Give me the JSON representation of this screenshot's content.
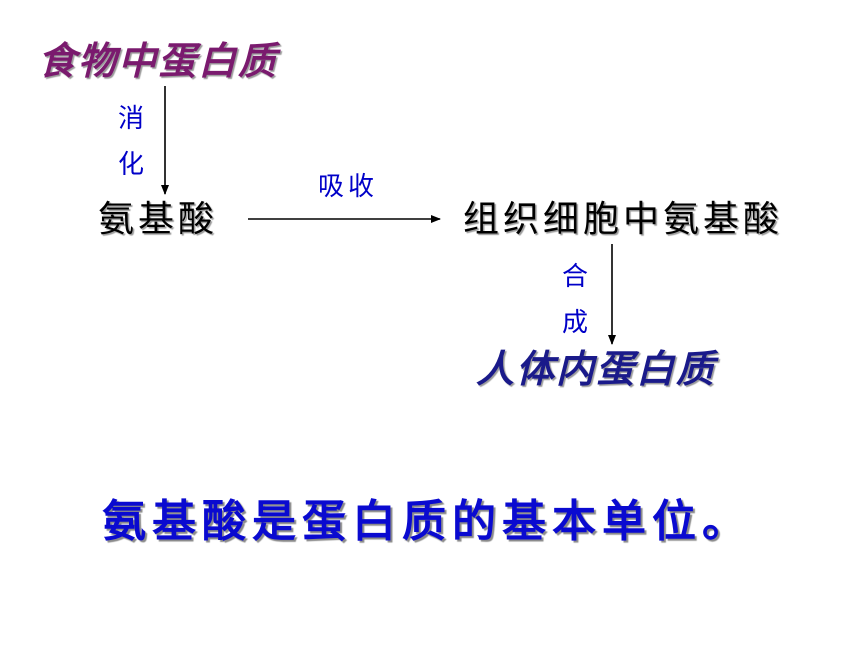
{
  "diagram": {
    "food_protein": "食物中蛋白质",
    "digest_label": "消化",
    "amino_acid": "氨基酸",
    "absorb_label": "吸收",
    "tissue_amino_acid": "组织细胞中氨基酸",
    "synthesis_label": "合成",
    "human_protein": "人体内蛋白质"
  },
  "conclusion": "氨基酸是蛋白质的基本单位。",
  "colors": {
    "title_purple": "#7a1a6e",
    "label_blue": "#0000c8",
    "node_black": "#000000",
    "human_navy": "#1a1a8a",
    "conclusion_blue": "#0a0ad0"
  }
}
